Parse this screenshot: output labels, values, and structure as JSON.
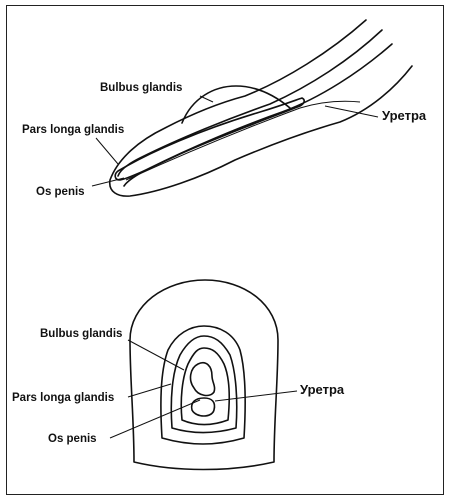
{
  "top_figure": {
    "labels": {
      "bulbus": "Bulbus glandis",
      "pars_longa": "Pars longa glandis",
      "os_penis": "Os penis",
      "urethra": "Уретра"
    }
  },
  "bottom_figure": {
    "labels": {
      "bulbus": "Bulbus glandis",
      "pars_longa": "Pars longa glandis",
      "os_penis": "Os penis",
      "urethra": "Уретра"
    }
  }
}
